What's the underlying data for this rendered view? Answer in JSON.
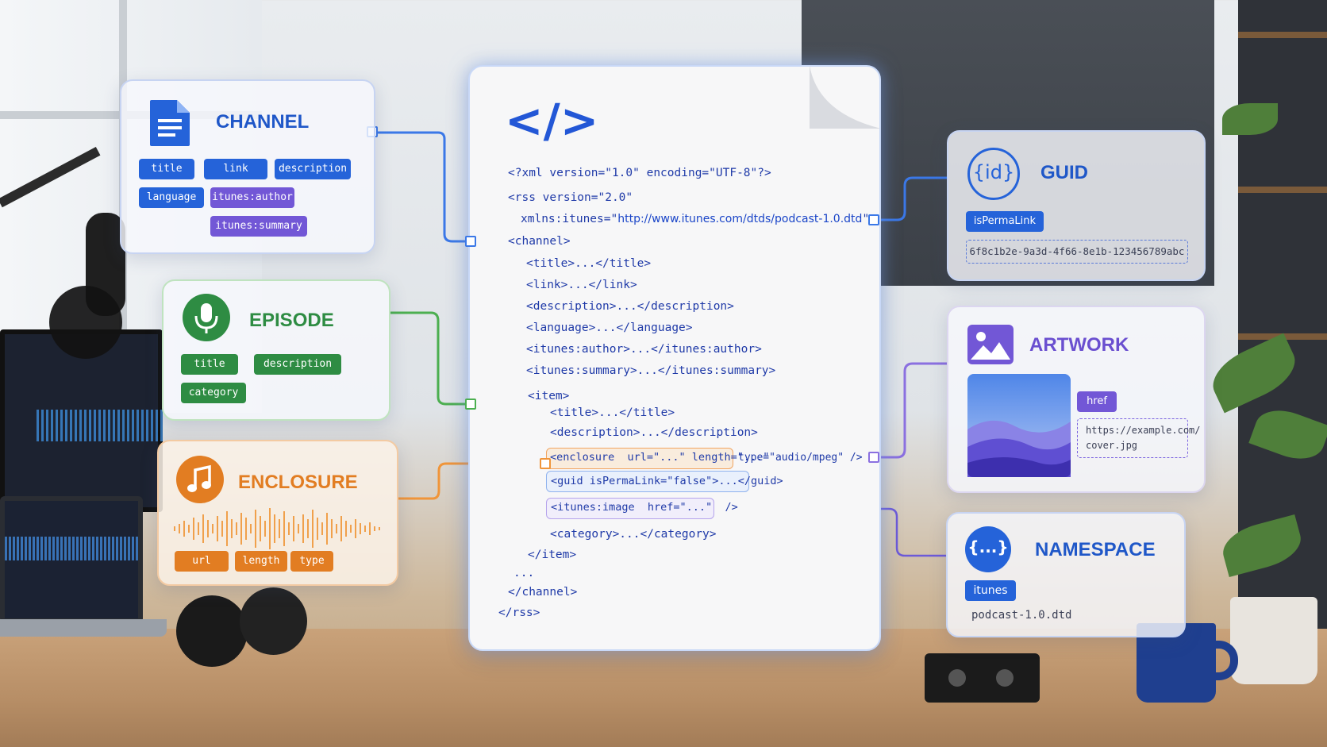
{
  "channel": {
    "title": "CHANNEL",
    "tags": [
      "title",
      "link",
      "description",
      "language",
      "itunes:author",
      "itunes:summary"
    ]
  },
  "episode": {
    "title": "EPISODE",
    "tags": [
      "title",
      "description",
      "category"
    ]
  },
  "enclosure": {
    "title": "ENCLOSURE",
    "tags": [
      "url",
      "length",
      "type"
    ]
  },
  "guid": {
    "title": "GUID",
    "icon_text": "{id}",
    "tag": "isPermaLink",
    "value": "6f8c1b2e-9a3d-4f66-8e1b-123456789abc"
  },
  "artwork": {
    "title": "ARTWORK",
    "tag": "href",
    "url_line1": "https://example.com/",
    "url_line2": "cover.jpg"
  },
  "namespace": {
    "title": "NAMESPACE",
    "icon_text": "{...}",
    "tag": "itunes",
    "value": "podcast-1.0.dtd"
  },
  "document": {
    "symbol": "</>",
    "lines": [
      "<?xml version=\"1.0\" encoding=\"UTF-8\"?>",
      "<rss version=\"2.0\"",
      "xmlns:itunes=\"",
      "http://www.itunes.com/dtds/podcast-1.0.dtd",
      "\">",
      "<channel>",
      "<title>...</title>",
      "<link>...</link>",
      "<description>...</description>",
      "<language>...</language>",
      "<itunes:author>...</itunes:author>",
      "<itunes:summary>...</itunes:summary>",
      "<item>",
      "<title>...</title>",
      "<description>...</description>",
      "<enclosure  url=\"...\" length=\"...\"",
      "type=\"audio/mpeg\" />",
      "<guid isPermaLink=\"false\">...</guid>",
      "<itunes:image  href=\"...\"  />",
      "<category>...</category>",
      "</item>",
      "...",
      "</channel>",
      "</rss>"
    ]
  },
  "colors": {
    "channel": "#2563d9",
    "itunes_purple": "#7257d6",
    "episode": "#2e8c43",
    "enclosure": "#e27d22"
  }
}
